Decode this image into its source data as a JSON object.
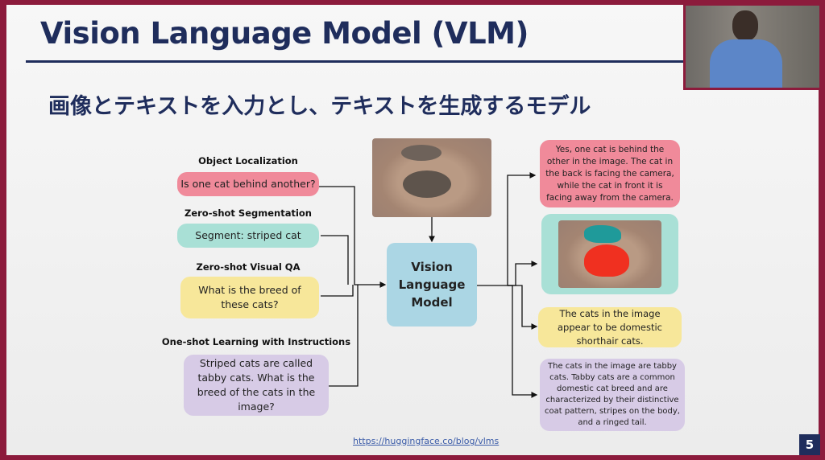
{
  "slide": {
    "title": "Vision Language Model (VLM)",
    "subtitle": "画像とテキストを入力とし、テキストを生成するモデル",
    "page_number": "5",
    "source_link": "https://huggingface.co/blog/vlms",
    "center_box": [
      "Vision",
      "Language",
      "Model"
    ],
    "tasks": [
      {
        "label": "Object Localization",
        "prompt": "Is one cat behind another?"
      },
      {
        "label": "Zero-shot Segmentation",
        "prompt": "Segment: striped cat"
      },
      {
        "label": "Zero-shot Visual QA",
        "prompt": "What is the breed of these cats?"
      },
      {
        "label": "One-shot Learning with Instructions",
        "prompt": "Striped cats are called tabby cats. What is the breed of the cats in the image?"
      }
    ],
    "outputs": [
      "Yes, one cat is behind the other in the image. The cat in the back is facing the camera, while the cat in front it is facing away from the camera.",
      "The cats in the image appear to be domestic shorthair cats.",
      "The cats in the image are tabby cats. Tabby cats are a common domestic cat breed and are characterized by their distinctive coat pattern,  stripes on the body, and a ringed tail."
    ]
  },
  "colors": {
    "frame": "#8c1b3c",
    "navy": "#1f2d5c",
    "pink": "#f08a9a",
    "teal": "#a9e0d6",
    "yellow": "#f7e79a",
    "purple": "#d7cbe6",
    "vlm": "#abd6e4"
  }
}
